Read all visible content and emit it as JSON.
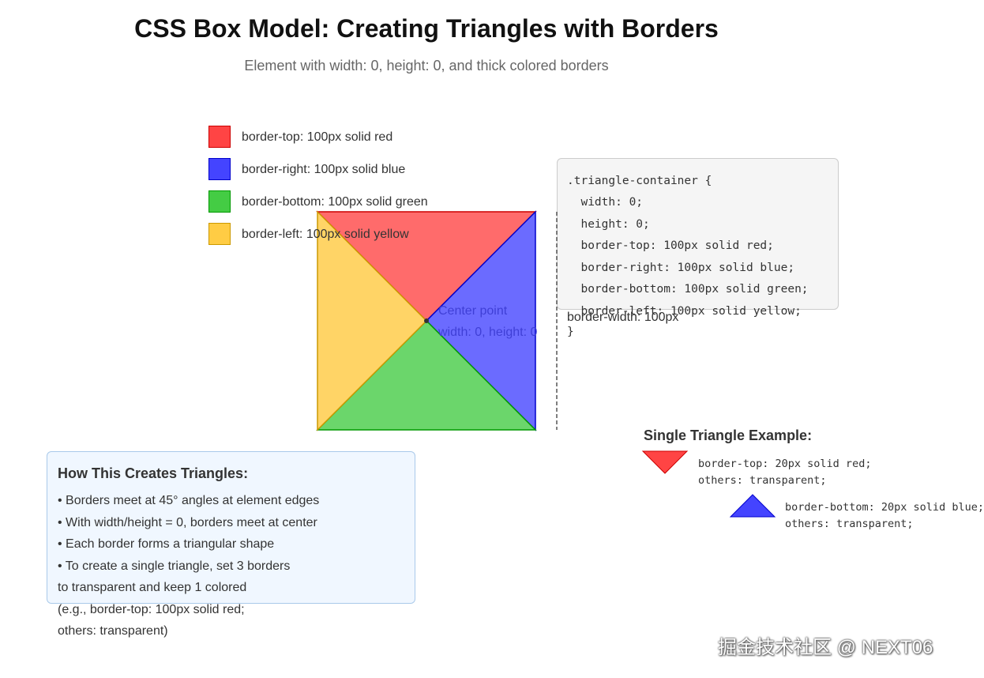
{
  "header": {
    "title": "CSS Box Model: Creating Triangles with Borders",
    "subtitle": "Element with width: 0, height: 0, and thick colored borders"
  },
  "legend": [
    {
      "label": "border-top: 100px solid red",
      "color": "#ff4444"
    },
    {
      "label": "border-right: 100px solid blue",
      "color": "#4444ff"
    },
    {
      "label": "border-bottom: 100px solid green",
      "color": "#44cc44"
    },
    {
      "label": "border-left: 100px solid yellow",
      "color": "#ffcc44"
    }
  ],
  "diagram": {
    "colors": {
      "top": "#ff6b6b",
      "right": "#6b6bff",
      "bottom": "#6bd66b",
      "left": "#ffd466"
    },
    "center_label": "Center point",
    "center_sublabel": "width: 0, height: 0",
    "border_width_label": "border-width: 100px"
  },
  "code": {
    "lines": [
      ".triangle-container {",
      "  width: 0;",
      "  height: 0;",
      "  border-top: 100px solid red;",
      "  border-right: 100px solid blue;",
      "  border-bottom: 100px solid green;",
      "  border-left: 100px solid yellow;",
      "}"
    ]
  },
  "info": {
    "heading": "How This Creates Triangles:",
    "lines": [
      "• Borders meet at 45° angles at element edges",
      "• With width/height = 0, borders meet at center",
      "• Each border forms a triangular shape",
      "• To create a single triangle, set 3 borders",
      "to transparent and keep 1 colored",
      "(e.g., border-top: 100px solid red;",
      "others: transparent)"
    ]
  },
  "single": {
    "heading": "Single Triangle Example:",
    "red_lines": [
      "border-top: 20px solid red;",
      "others: transparent;"
    ],
    "blue_lines": [
      "border-bottom: 20px solid blue;",
      "others: transparent;"
    ]
  },
  "watermark": "掘金技术社区 @ NEXT06"
}
